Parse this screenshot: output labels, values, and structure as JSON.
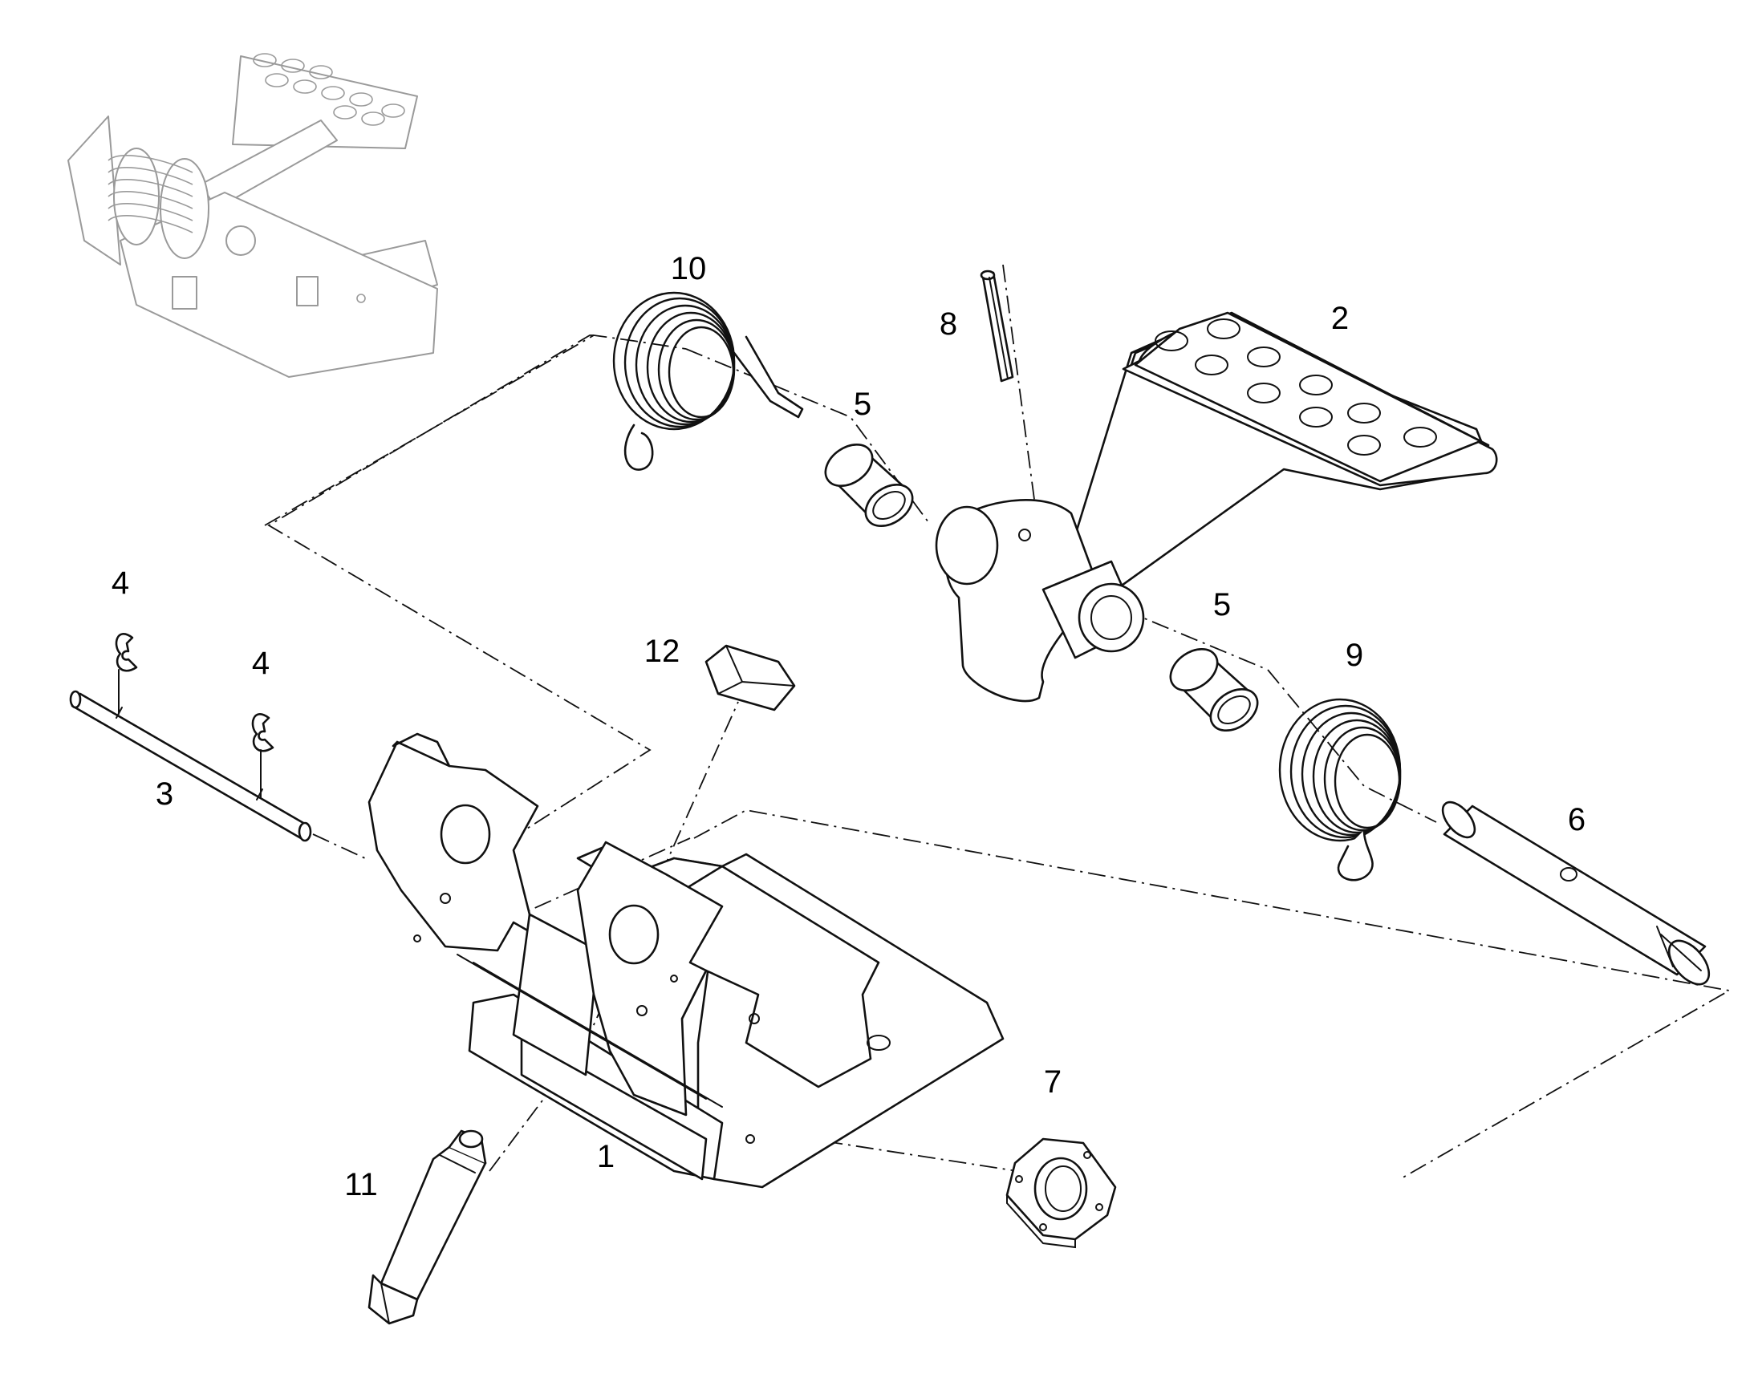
{
  "callouts": {
    "c1": "1",
    "c2": "2",
    "c3": "3",
    "c4a": "4",
    "c4b": "4",
    "c5a": "5",
    "c5b": "5",
    "c6": "6",
    "c7": "7",
    "c8": "8",
    "c9": "9",
    "c10": "10",
    "c11": "11",
    "c12": "12"
  }
}
